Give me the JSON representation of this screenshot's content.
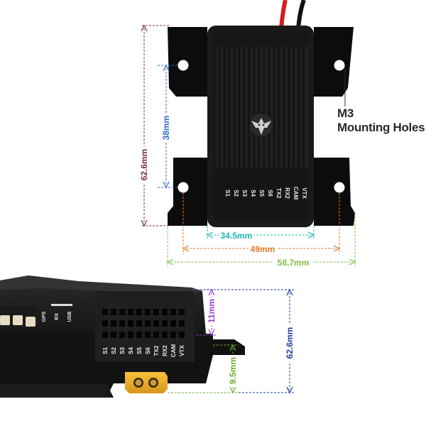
{
  "top_view": {
    "dimensions": {
      "total_height": "62.6mm",
      "hole_spacing_vertical": "38mm",
      "inner_width": "34.5mm",
      "hole_spacing_horizontal": "49mm",
      "total_width": "58.7mm"
    },
    "pin_labels": [
      "S1",
      "S2",
      "S3",
      "S4",
      "S5",
      "S6",
      "TX2",
      "RX2",
      "CAM",
      "VTX"
    ],
    "annotation": {
      "line1": "M3",
      "line2": "Mounting Holes"
    }
  },
  "side_view": {
    "dimensions": {
      "top_offset": "11mm",
      "bottom_offset": "9.5mm",
      "total_height": "62.6mm"
    },
    "port_labels": [
      "GPS",
      "RX",
      "USB"
    ],
    "pin_labels": [
      "S1",
      "S2",
      "S3",
      "S4",
      "S5",
      "S6",
      "TX2",
      "RX2",
      "CAM",
      "VTX"
    ]
  },
  "colors": {
    "total_height_line": "#7b2a46",
    "hole_spacing_line": "#2f6cc8",
    "inner_width_line": "#19b6b0",
    "hole_spacing_h_line": "#e07a2a",
    "total_width_line": "#7ec04a",
    "side_top_line": "#9a3fd0",
    "side_bottom_line": "#6aab2e",
    "side_total_line": "#1c3f9a",
    "body": "#151515",
    "plate": "#0b0b0b"
  },
  "icons": [
    "logo-icon",
    "xt30-connector-icon",
    "mounting-hole-icon"
  ]
}
